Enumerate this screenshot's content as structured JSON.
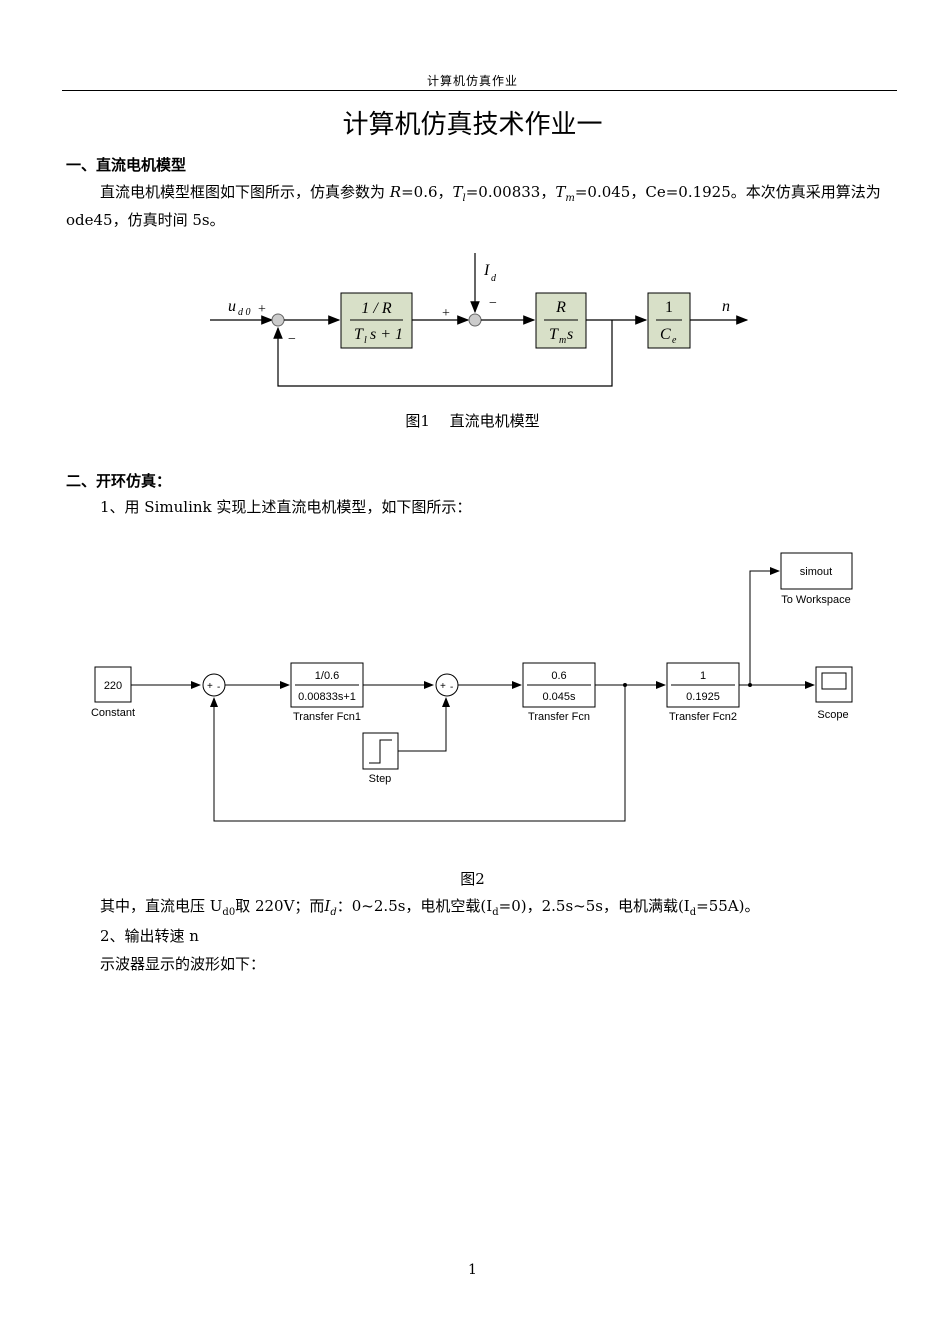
{
  "header": {
    "text": "计算机仿真作业"
  },
  "title": "计算机仿真技术作业一",
  "section1": {
    "heading": "一、直流电机模型",
    "para_line1_pre": "直流电机模型框图如下图所示，仿真参数为 ",
    "param_R": "R",
    "param_R_val": "=0.6，",
    "param_Tl": "T",
    "param_Tl_sub": "l",
    "param_Tl_val": "=0.00833，",
    "param_Tm": "T",
    "param_Tm_sub": "m",
    "param_Tm_val": "=0.045，Ce=0.1925。本次仿真采用算法为",
    "para_line2": "ode45，仿真时间 5s。",
    "fig1_caption": "图1　 直流电机模型"
  },
  "diagram1": {
    "input_label": "u",
    "input_sub": "d 0",
    "plus": "+",
    "minus": "−",
    "block1_num": "1 / R",
    "block1_den_T": "T",
    "block1_den_sub": "l",
    "block1_den_rest": "s + 1",
    "disturbance": "I",
    "disturbance_sub": "d",
    "block2_num": "R",
    "block2_den_T": "T",
    "block2_den_sub": "m",
    "block2_den_rest": "s",
    "block3_num": "1",
    "block3_den_C": "C",
    "block3_den_sub": "e",
    "output_label": "n"
  },
  "section2": {
    "heading": "二、开环仿真：",
    "item1": "1、用 Simulink 实现上述直流电机模型，如下图所示：",
    "fig2_caption": "图2",
    "desc_pre": "其中，直流电压 U",
    "desc_sub1": "d0",
    "desc_mid": "取 220V；而",
    "desc_Id": "I",
    "desc_Id_sub": "d",
    "desc_post1": "：0~2.5s，电机空载(I",
    "desc_sub2": "d",
    "desc_post2": "=0)，2.5s~5s，电机满载(I",
    "desc_sub3": "d",
    "desc_post3": "=55A)。",
    "item2": "2、输出转速 n",
    "item3": "示波器显示的波形如下："
  },
  "simulink": {
    "constant_value": "220",
    "constant_label": "Constant",
    "sum_sign": "+",
    "sum_minus": "-",
    "tf1_num": "1/0.6",
    "tf1_den": "0.00833s+1",
    "tf1_label": "Transfer Fcn1",
    "tf_num": "0.6",
    "tf_den": "0.045s",
    "tf_label": "Transfer Fcn",
    "tf2_num": "1",
    "tf2_den": "0.1925",
    "tf2_label": "Transfer Fcn2",
    "step_label": "Step",
    "scope_label": "Scope",
    "simout_value": "simout",
    "simout_label": "To Workspace"
  },
  "page_number": "1"
}
